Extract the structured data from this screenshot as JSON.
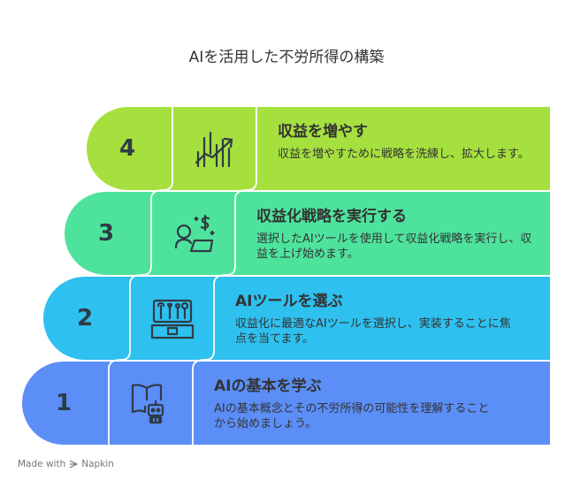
{
  "title": "AIを活用した不労所得の構築",
  "steps": [
    {
      "number": "1",
      "title": "AIの基本を学ぶ",
      "description": "AIの基本概念とその不労所得の可能性を理解することから始めましょう。",
      "icon": "robot-book-icon",
      "color": "#5b8ef7"
    },
    {
      "number": "2",
      "title": "AIツールを選ぶ",
      "description": "収益化に最適なAIツールを選択し、実装することに焦点を当てます。",
      "icon": "toolbox-icon",
      "color": "#2ec0ef"
    },
    {
      "number": "3",
      "title": "収益化戦略を実行する",
      "description": "選択したAIツールを使用して収益化戦略を実行し、収益を上げ始めます。",
      "icon": "money-laptop-icon",
      "color": "#4ee39d"
    },
    {
      "number": "4",
      "title": "収益を増やす",
      "description": "収益を増やすために戦略を洗練し、拡大します。",
      "icon": "growth-chart-icon",
      "color": "#a6e03f"
    }
  ],
  "footer": {
    "made_with": "Made with",
    "brand": "Napkin"
  }
}
